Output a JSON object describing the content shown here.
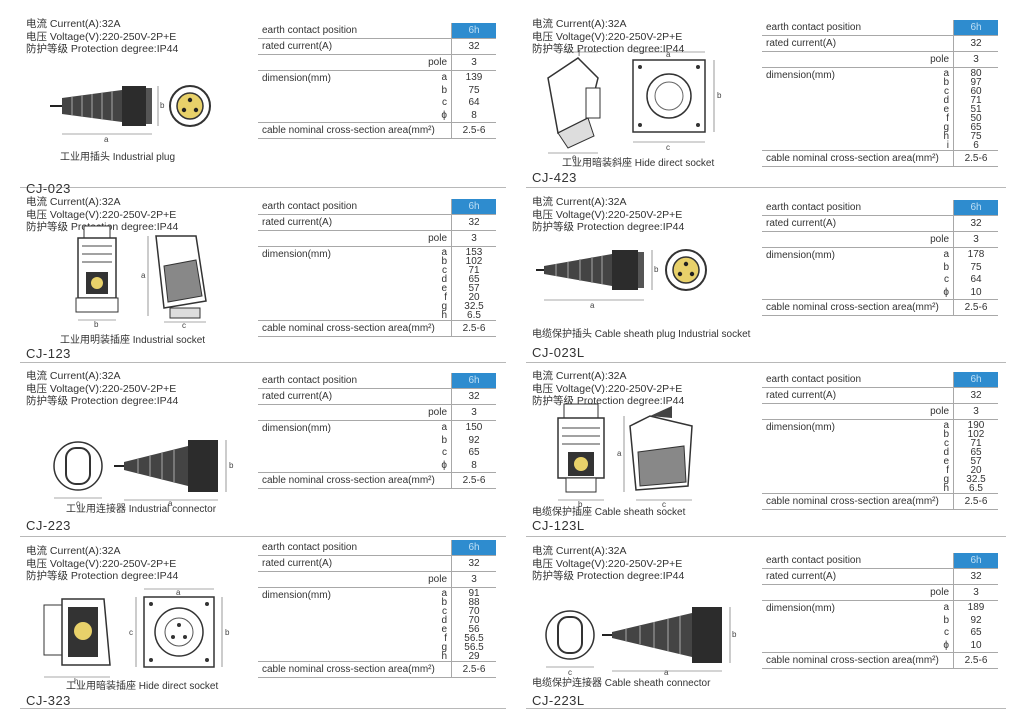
{
  "products": [
    {
      "spec": {
        "current": "电流 Current(A):32A",
        "voltage": "电压 Voltage(V):220-250V-2P+E",
        "protection": "防护等级 Protection degree:IP44"
      },
      "caption": "工业用插头 Industrial plug",
      "model": "CJ-023",
      "table": {
        "earth_label": "earth contact position",
        "earth_value": "6h",
        "rated_label": "rated current(A)",
        "rated_value": "32",
        "pole_label": "pole",
        "pole_value": "3",
        "dim_label": "dimension(mm)",
        "dims": [
          {
            "k": "a",
            "v": "139"
          },
          {
            "k": "b",
            "v": "75"
          },
          {
            "k": "c",
            "v": "64"
          },
          {
            "k": "ϕ",
            "v": "8"
          }
        ],
        "cable_label": "cable nominal cross-section area(mm²)",
        "cable_value": "2.5-6"
      }
    },
    {
      "spec": {
        "current": "电流 Current(A):32A",
        "voltage": "电压 Voltage(V):220-250V-2P+E",
        "protection": "防护等级 Protection degree:IP44"
      },
      "caption": "工业用暗装斜座 Hide direct socket",
      "model": "CJ-423",
      "table": {
        "earth_label": "earth contact position",
        "earth_value": "6h",
        "rated_label": "rated current(A)",
        "rated_value": "32",
        "pole_label": "pole",
        "pole_value": "3",
        "dim_label": "dimension(mm)",
        "dims": [
          {
            "k": "a",
            "v": "80"
          },
          {
            "k": "b",
            "v": "97"
          },
          {
            "k": "c",
            "v": "60"
          },
          {
            "k": "d",
            "v": "71"
          },
          {
            "k": "e",
            "v": "51"
          },
          {
            "k": "f",
            "v": "50"
          },
          {
            "k": "g",
            "v": "65"
          },
          {
            "k": "h",
            "v": "75"
          },
          {
            "k": "i",
            "v": "6"
          }
        ],
        "cable_label": "cable nominal cross-section area(mm²)",
        "cable_value": "2.5-6"
      }
    },
    {
      "spec": {
        "current": "电流 Current(A):32A",
        "voltage": "电压 Voltage(V):220-250V-2P+E",
        "protection": "防护等级 Protection degree:IP44"
      },
      "caption": "工业用明装插座 Industrial socket",
      "model": "CJ-123",
      "table": {
        "earth_label": "earth contact position",
        "earth_value": "6h",
        "rated_label": "rated current(A)",
        "rated_value": "32",
        "pole_label": "pole",
        "pole_value": "3",
        "dim_label": "dimension(mm)",
        "dims": [
          {
            "k": "a",
            "v": "153"
          },
          {
            "k": "b",
            "v": "102"
          },
          {
            "k": "c",
            "v": "71"
          },
          {
            "k": "d",
            "v": "65"
          },
          {
            "k": "e",
            "v": "57"
          },
          {
            "k": "f",
            "v": "20"
          },
          {
            "k": "g",
            "v": "32.5"
          },
          {
            "k": "h",
            "v": "6.5"
          }
        ],
        "cable_label": "cable nominal cross-section area(mm²)",
        "cable_value": "2.5-6"
      }
    },
    {
      "spec": {
        "current": "电流 Current(A):32A",
        "voltage": "电压 Voltage(V):220-250V-2P+E",
        "protection": "防护等级 Protection degree:IP44"
      },
      "caption": "电缆保护插头 Cable sheath plug Industrial socket",
      "model": "CJ-023L",
      "table": {
        "earth_label": "earth contact position",
        "earth_value": "6h",
        "rated_label": "rated current(A)",
        "rated_value": "32",
        "pole_label": "pole",
        "pole_value": "3",
        "dim_label": "dimension(mm)",
        "dims": [
          {
            "k": "a",
            "v": "178"
          },
          {
            "k": "b",
            "v": "75"
          },
          {
            "k": "c",
            "v": "64"
          },
          {
            "k": "ϕ",
            "v": "10"
          }
        ],
        "cable_label": "cable nominal cross-section area(mm²)",
        "cable_value": "2.5-6"
      }
    },
    {
      "spec": {
        "current": "电流 Current(A):32A",
        "voltage": "电压 Voltage(V):220-250V-2P+E",
        "protection": "防护等级 Protection degree:IP44"
      },
      "caption": "工业用连接器 Industrial connector",
      "model": "CJ-223",
      "table": {
        "earth_label": "earth contact position",
        "earth_value": "6h",
        "rated_label": "rated current(A)",
        "rated_value": "32",
        "pole_label": "pole",
        "pole_value": "3",
        "dim_label": "dimension(mm)",
        "dims": [
          {
            "k": "a",
            "v": "150"
          },
          {
            "k": "b",
            "v": "92"
          },
          {
            "k": "c",
            "v": "65"
          },
          {
            "k": "ϕ",
            "v": "8"
          }
        ],
        "cable_label": "cable nominal cross-section area(mm²)",
        "cable_value": "2.5-6"
      }
    },
    {
      "spec": {
        "current": "电流 Current(A):32A",
        "voltage": "电压 Voltage(V):220-250V-2P+E",
        "protection": "防护等级 Protection degree:IP44"
      },
      "caption": "电缆保护插座 Cable sheath socket",
      "model": "CJ-123L",
      "table": {
        "earth_label": "earth contact position",
        "earth_value": "6h",
        "rated_label": "rated current(A)",
        "rated_value": "32",
        "pole_label": "pole",
        "pole_value": "3",
        "dim_label": "dimension(mm)",
        "dims": [
          {
            "k": "a",
            "v": "190"
          },
          {
            "k": "b",
            "v": "102"
          },
          {
            "k": "c",
            "v": "71"
          },
          {
            "k": "d",
            "v": "65"
          },
          {
            "k": "e",
            "v": "57"
          },
          {
            "k": "f",
            "v": "20"
          },
          {
            "k": "g",
            "v": "32.5"
          },
          {
            "k": "h",
            "v": "6.5"
          }
        ],
        "cable_label": "cable nominal cross-section area(mm²)",
        "cable_value": "2.5-6"
      }
    },
    {
      "spec": {
        "current": "电流 Current(A):32A",
        "voltage": "电压 Voltage(V):220-250V-2P+E",
        "protection": "防护等级 Protection degree:IP44"
      },
      "caption": "工业用暗装插座 Hide direct socket",
      "model": "CJ-323",
      "table": {
        "earth_label": "earth contact position",
        "earth_value": "6h",
        "rated_label": "rated current(A)",
        "rated_value": "32",
        "pole_label": "pole",
        "pole_value": "3",
        "dim_label": "dimension(mm)",
        "dims": [
          {
            "k": "a",
            "v": "91"
          },
          {
            "k": "b",
            "v": "88"
          },
          {
            "k": "c",
            "v": "70"
          },
          {
            "k": "d",
            "v": "70"
          },
          {
            "k": "e",
            "v": "56"
          },
          {
            "k": "f",
            "v": "56.5"
          },
          {
            "k": "g",
            "v": "56.5"
          },
          {
            "k": "h",
            "v": "29"
          }
        ],
        "cable_label": "cable nominal cross-section area(mm²)",
        "cable_value": "2.5-6"
      }
    },
    {
      "spec": {
        "current": "电流 Current(A):32A",
        "voltage": "电压 Voltage(V):220-250V-2P+E",
        "protection": "防护等级 Protection degree:IP44"
      },
      "caption": "电缆保护连接器 Cable sheath connector",
      "model": "CJ-223L",
      "table": {
        "earth_label": "earth contact position",
        "earth_value": "6h",
        "rated_label": "rated current(A)",
        "rated_value": "32",
        "pole_label": "pole",
        "pole_value": "3",
        "dim_label": "dimension(mm)",
        "dims": [
          {
            "k": "a",
            "v": "189"
          },
          {
            "k": "b",
            "v": "92"
          },
          {
            "k": "c",
            "v": "65"
          },
          {
            "k": "ϕ",
            "v": "10"
          }
        ],
        "cable_label": "cable nominal cross-section area(mm²)",
        "cable_value": "2.5-6"
      }
    }
  ],
  "figure_labels": {
    "a": "a",
    "b": "b",
    "c": "c",
    "d": "d",
    "e": "e",
    "f": "f",
    "g": "g",
    "h": "h",
    "i": "i",
    "phi": "ϕ"
  }
}
